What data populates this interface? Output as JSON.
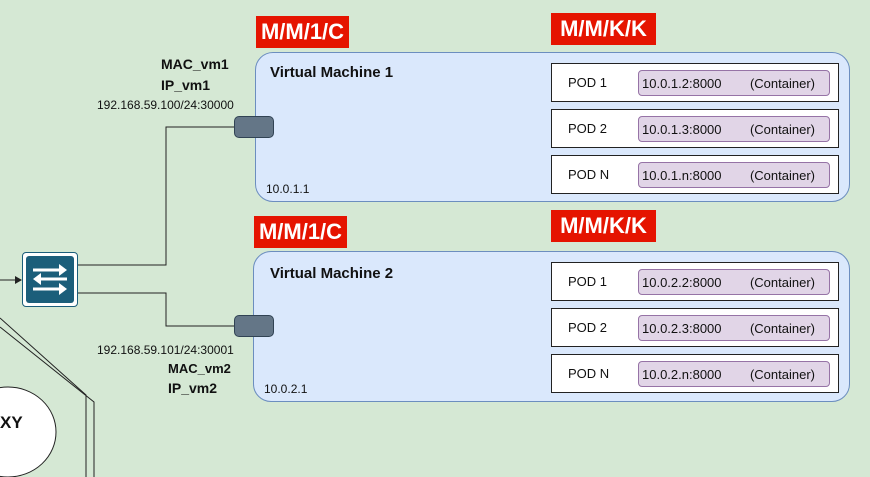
{
  "vm1": {
    "queue_label": "M/M/1/C",
    "pod_queue_label": "M/M/K/K",
    "title": "Virtual Machine 1",
    "subnet": "10.0.1.1",
    "mac": "MAC_vm1",
    "ip": "IP_vm1",
    "address": "192.168.59.100/24:30000",
    "pods": [
      {
        "name": "POD 1",
        "ip": "10.0.1.2:8000",
        "type": "(Container)"
      },
      {
        "name": "POD 2",
        "ip": "10.0.1.3:8000",
        "type": "(Container)"
      },
      {
        "name": "POD N",
        "ip": "10.0.1.n:8000",
        "type": "(Container)"
      }
    ]
  },
  "vm2": {
    "queue_label": "M/M/1/C",
    "pod_queue_label": "M/M/K/K",
    "title": "Virtual Machine 2",
    "subnet": "10.0.2.1",
    "mac": "MAC_vm2",
    "ip": "IP_vm2",
    "address": "192.168.59.101/24:30001",
    "pods": [
      {
        "name": "POD 1",
        "ip": "10.0.2.2:8000",
        "type": "(Container)"
      },
      {
        "name": "POD 2",
        "ip": "10.0.2.3:8000",
        "type": "(Container)"
      },
      {
        "name": "POD N",
        "ip": "10.0.2.n:8000",
        "type": "(Container)"
      }
    ]
  },
  "proxy_label_fragment": "XY",
  "colors": {
    "background": "#d5e8d4",
    "vm_fill": "#dae8fc",
    "vm_border": "#6c8ebf",
    "queue_red": "#e51400",
    "container_fill": "#e1d5e7",
    "container_border": "#9673a6",
    "port_fill": "#647687",
    "switch_fill": "#1b5e7a"
  }
}
